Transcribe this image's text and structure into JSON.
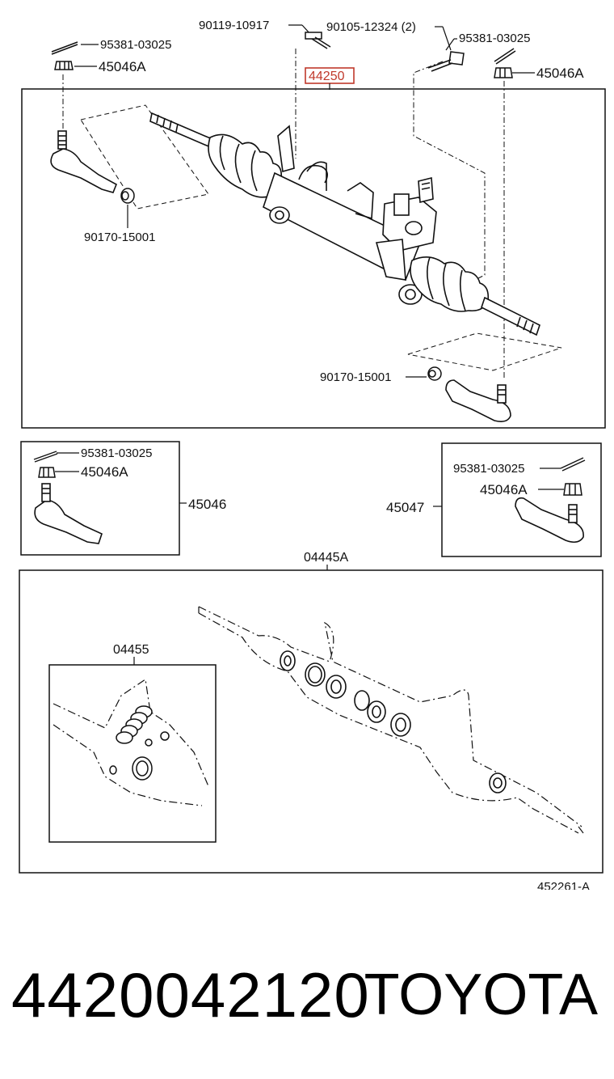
{
  "callouts": {
    "bolt_a": "90119-10917",
    "bolt_b": "90105-12324 (2)",
    "pin_top_left": "95381-03025",
    "pin_top_right": "95381-03025",
    "nut_top_left": "45046A",
    "nut_top_right": "45046A",
    "assembly": "44250",
    "nut_left": "90170-15001",
    "nut_right": "90170-15001"
  },
  "tie_end_left": {
    "pin": "95381-03025",
    "nut": "45046A",
    "part": "45046"
  },
  "tie_end_right": {
    "pin": "95381-03025",
    "nut": "45046A",
    "part": "45047"
  },
  "gasket_kit": {
    "label": "04445A",
    "sub_label": "04455"
  },
  "diagram_ref": "452261-A",
  "footer": {
    "part_number": "4420042120",
    "brand": "TOYOTA"
  },
  "colors": {
    "highlight": "#c0392b",
    "line": "#111111"
  }
}
